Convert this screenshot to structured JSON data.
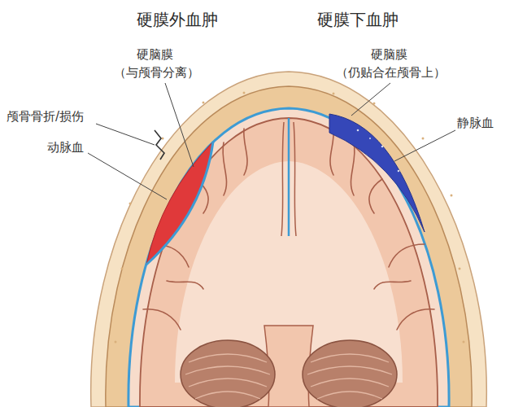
{
  "diagram": {
    "labels": [
      "硬膜外血肿",
      "硬膜下血肿",
      "硬脑膜",
      "（与颅骨分离）",
      "硬脑膜",
      "（仍贴合在颅骨上）",
      "颅骨骨折/损伤",
      "动脉血",
      "静脉血"
    ]
  }
}
